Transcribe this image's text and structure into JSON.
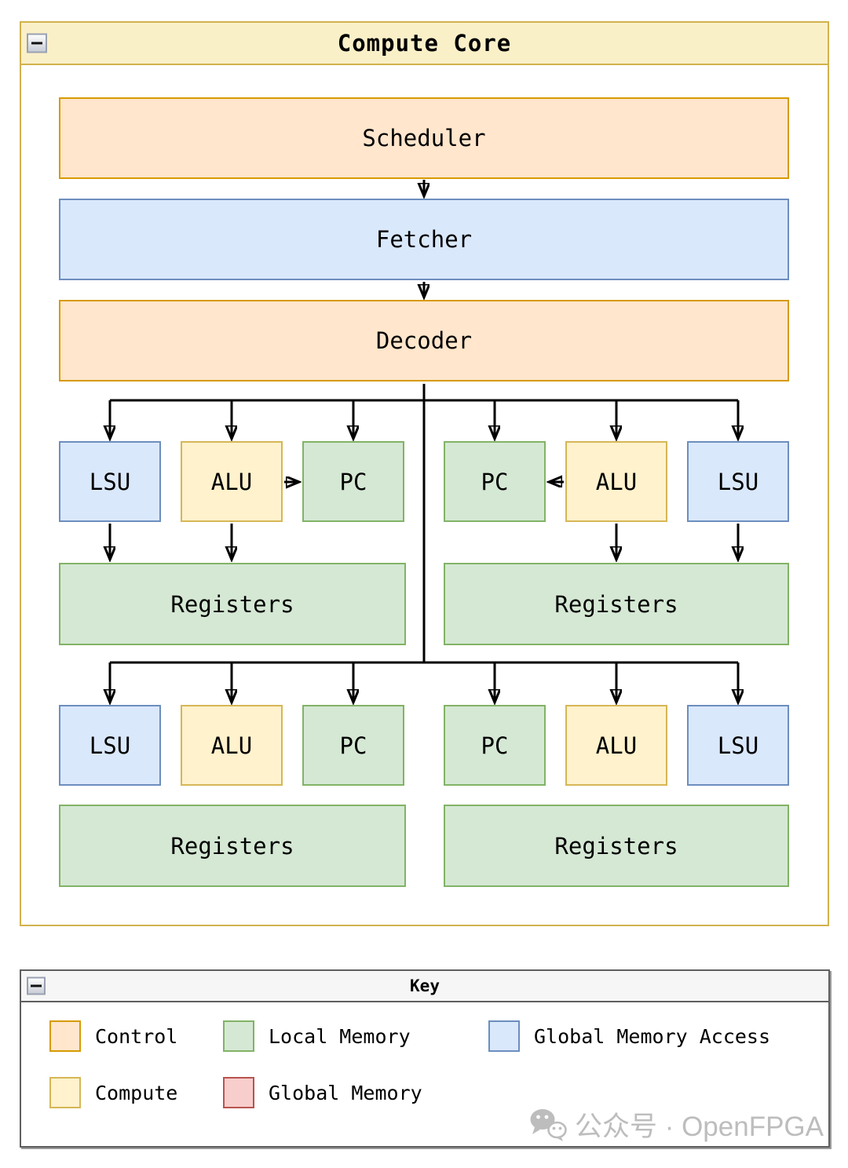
{
  "core_panel": {
    "title": "Compute Core",
    "nodes": {
      "scheduler": "Scheduler",
      "fetcher": "Fetcher",
      "decoder": "Decoder",
      "lsu": "LSU",
      "alu": "ALU",
      "pc": "PC",
      "registers": "Registers"
    }
  },
  "key_panel": {
    "title": "Key",
    "items": [
      {
        "label": "Control",
        "fill": "#ffe6cc",
        "stroke": "#d79b00"
      },
      {
        "label": "Local Memory",
        "fill": "#d5e8d4",
        "stroke": "#82b366"
      },
      {
        "label": "Global Memory Access",
        "fill": "#dae8fc",
        "stroke": "#6c8ebf"
      },
      {
        "label": "Compute",
        "fill": "#fff2cc",
        "stroke": "#d6b656"
      },
      {
        "label": "Global Memory",
        "fill": "#f8cecc",
        "stroke": "#b85450"
      }
    ]
  },
  "icons": {
    "collapse": "minus-icon",
    "watermark": "wechat-icon"
  },
  "colors": {
    "control_fill": "#ffe6cc",
    "control_stroke": "#d79b00",
    "compute_fill": "#fff2cc",
    "compute_stroke": "#d6b656",
    "local_memory_fill": "#d5e8d4",
    "local_memory_stroke": "#82b366",
    "global_memory_access_fill": "#dae8fc",
    "global_memory_access_stroke": "#6c8ebf",
    "global_memory_fill": "#f8cecc",
    "global_memory_stroke": "#b85450",
    "core_header_fill": "#faf0c8",
    "core_border": "#d2b24c"
  },
  "watermark": {
    "text": "公众号 · OpenFPGA"
  }
}
